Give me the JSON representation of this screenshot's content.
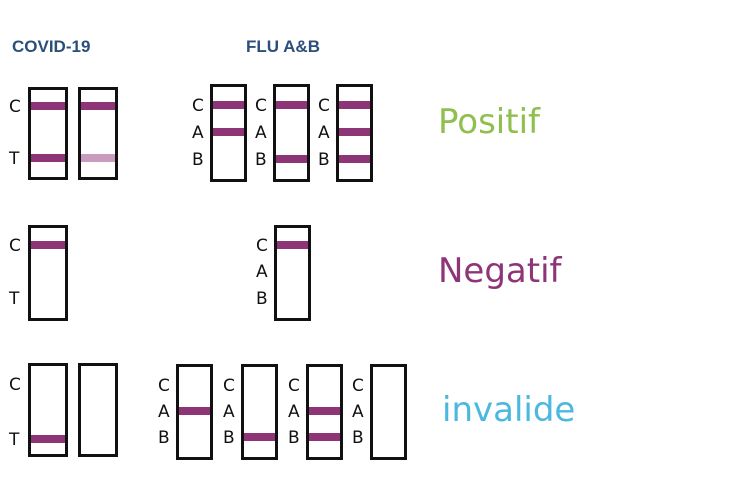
{
  "headers": {
    "covid": "COVID-19",
    "flu": "FLU A&B"
  },
  "colors": {
    "header": "#2b4f7a",
    "band": "#8e3578",
    "band_faint": "#c99bbc",
    "strip": "#111111",
    "positif": "#8fbf4d",
    "negatif": "#8e3578",
    "invalide": "#4bb8e0"
  },
  "labels": {
    "c": "C",
    "t": "T",
    "a": "A",
    "b": "B"
  },
  "results": {
    "positif": "Positif",
    "negatif": "Negatif",
    "invalide": "invalide"
  },
  "rows": [
    {
      "result": "positif",
      "covid": [
        {
          "C": true,
          "T": "strong"
        },
        {
          "C": true,
          "T": "faint"
        }
      ],
      "flu": [
        {
          "C": true,
          "A": true,
          "B": false
        },
        {
          "C": true,
          "A": false,
          "B": true
        },
        {
          "C": true,
          "A": true,
          "B": true
        }
      ]
    },
    {
      "result": "negatif",
      "covid": [
        {
          "C": true,
          "T": null
        }
      ],
      "flu": [
        {
          "C": true,
          "A": false,
          "B": false
        }
      ]
    },
    {
      "result": "invalide",
      "covid": [
        {
          "C": false,
          "T": "strong"
        },
        {
          "C": false,
          "T": null
        }
      ],
      "flu": [
        {
          "C": false,
          "A": true,
          "B": false
        },
        {
          "C": false,
          "A": false,
          "B": true
        },
        {
          "C": false,
          "A": true,
          "B": true
        },
        {
          "C": false,
          "A": false,
          "B": false
        }
      ]
    }
  ]
}
